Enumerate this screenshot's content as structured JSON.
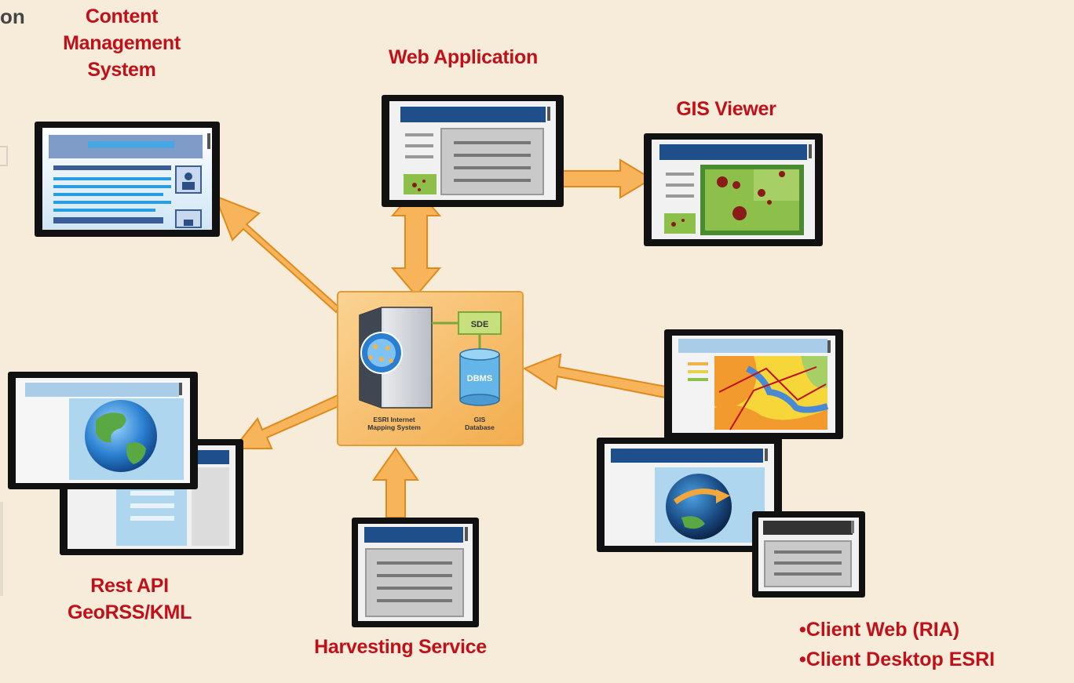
{
  "partial_title": "on",
  "labels": {
    "cms": [
      "Content",
      "Management",
      "System"
    ],
    "web_application": "Web Application",
    "gis_viewer": "GIS Viewer",
    "rest_api": [
      "Rest API",
      "GeoRSS/KML"
    ],
    "harvesting_service": "Harvesting Service",
    "clients": [
      "Client Web (RIA)",
      "Client  Desktop ESRI"
    ]
  },
  "server": {
    "sde": "SDE",
    "dbms": "DBMS",
    "system_caption": [
      "ESRI Internet",
      "Mapping System"
    ],
    "db_caption": [
      "GIS",
      "Database"
    ]
  },
  "colors": {
    "label": "#c0101a",
    "arrow_fill": "#f7b45a",
    "arrow_stroke": "#e08a1e",
    "window_bar": "#1f4f8a",
    "server_box": "#f6bd6a",
    "background": "#f6ecd9"
  }
}
